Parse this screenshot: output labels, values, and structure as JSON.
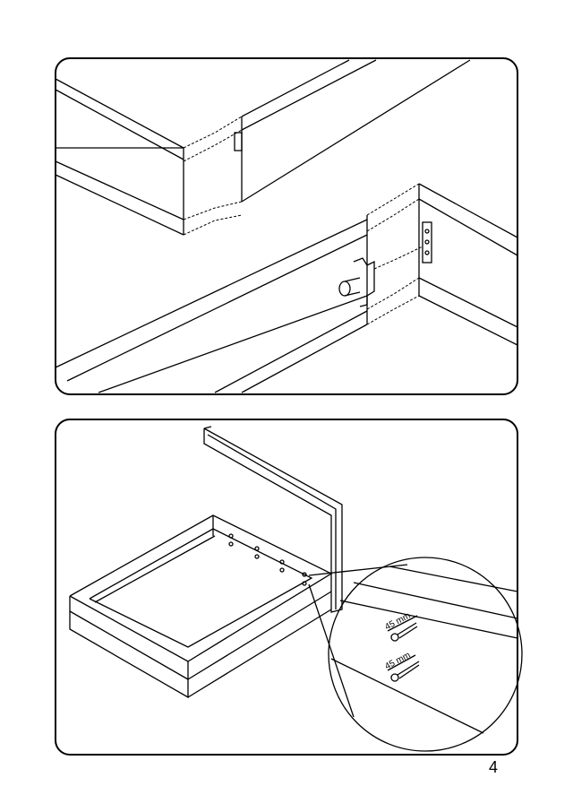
{
  "page": {
    "number": "4"
  },
  "step_connector": {
    "screws": [
      {
        "length_label": "45 mm"
      },
      {
        "length_label": "45 mm"
      }
    ]
  }
}
